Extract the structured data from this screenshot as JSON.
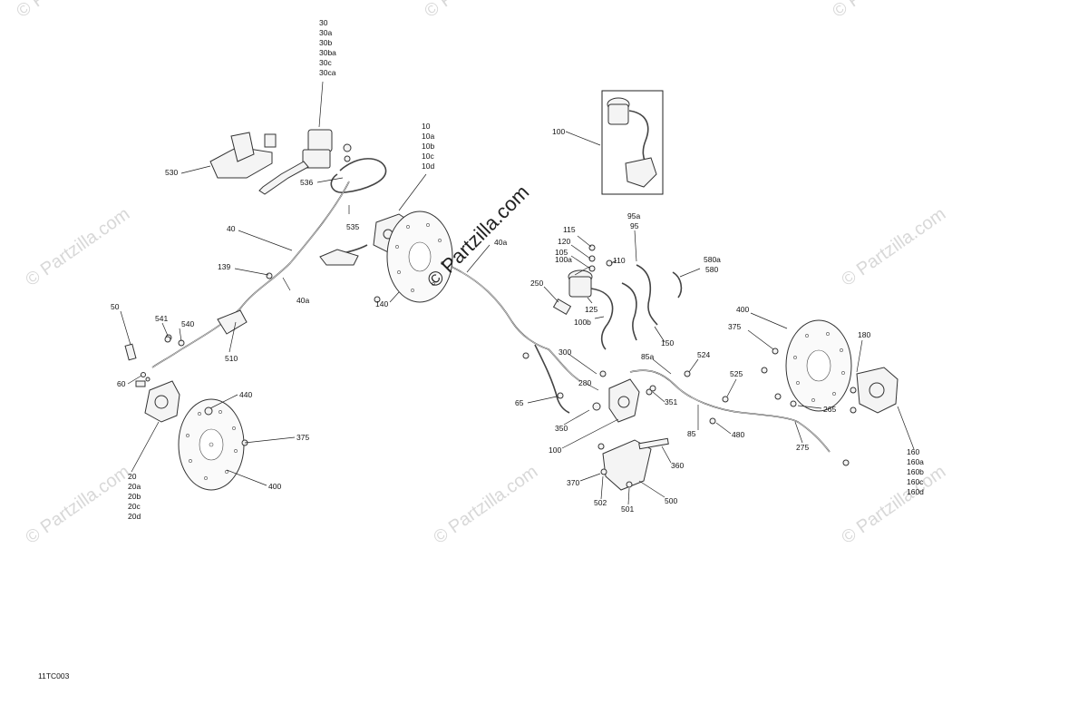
{
  "diagram_code": "11TC003",
  "watermark": "© Partzilla.com",
  "callouts": {
    "c30": [
      "30",
      "30a",
      "30b",
      "30ba",
      "30c",
      "30ca"
    ],
    "c10": [
      "10",
      "10a",
      "10b",
      "10c",
      "10d"
    ],
    "c100_box": "100",
    "c530": "530",
    "c536": "536",
    "c535": "535",
    "c40": "40",
    "c40a_top": "40a",
    "c40a_left": "40a",
    "c139": "139",
    "c140": "140",
    "c50": "50",
    "c541": "541",
    "c540": "540",
    "c510": "510",
    "c60": "60",
    "c440": "440",
    "c375_left": "375",
    "c400_left": "400",
    "c20": [
      "20",
      "20a",
      "20b",
      "20c",
      "20d"
    ],
    "c115": "115",
    "c120": "120",
    "c105": "105",
    "c110": "110",
    "c100a": "100a",
    "c95": [
      "95a",
      "95"
    ],
    "c580": [
      "580a",
      "580"
    ],
    "c250": "250",
    "c125": "125",
    "c100b": "100b",
    "c150": "150",
    "c300": "300",
    "c280": "280",
    "c65": "65",
    "c350": "350",
    "c100_bottom": "100",
    "c351": "351",
    "c85a": "85a",
    "c524": "524",
    "c525": "525",
    "c85": "85",
    "c480": "480",
    "c400_right": "400",
    "c375_right": "375",
    "c180": "180",
    "c265": "265",
    "c275": "275",
    "c160": [
      "160",
      "160a",
      "160b",
      "160c",
      "160d"
    ],
    "c360": "360",
    "c370": "370",
    "c502": "502",
    "c501": "501",
    "c500": "500"
  }
}
